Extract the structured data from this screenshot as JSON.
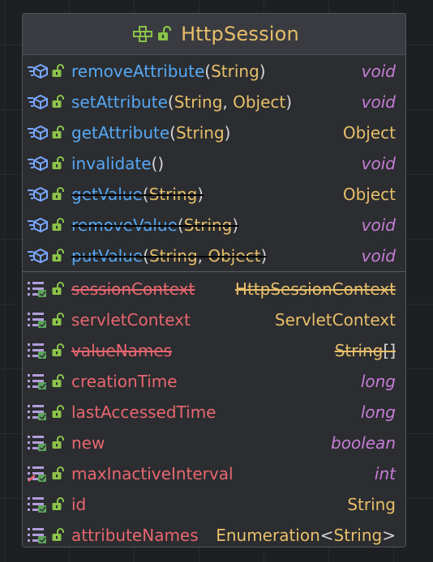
{
  "class": {
    "name": "HttpSession",
    "icon": "interface-icon",
    "visibility": "public-lock-icon"
  },
  "methods": [
    {
      "name": "removeAttribute",
      "params": [
        "String"
      ],
      "return": "void",
      "deprecated": false
    },
    {
      "name": "setAttribute",
      "params": [
        "String",
        "Object"
      ],
      "return": "void",
      "deprecated": false
    },
    {
      "name": "getAttribute",
      "params": [
        "String"
      ],
      "return": "Object",
      "deprecated": false
    },
    {
      "name": "invalidate",
      "params": [],
      "return": "void",
      "deprecated": false
    },
    {
      "name": "getValue",
      "params": [
        "String"
      ],
      "return": "Object",
      "deprecated": true
    },
    {
      "name": "removeValue",
      "params": [
        "String"
      ],
      "return": "void",
      "deprecated": true
    },
    {
      "name": "putValue",
      "params": [
        "String",
        "Object"
      ],
      "return": "void",
      "deprecated": true
    }
  ],
  "fields": [
    {
      "name": "sessionContext",
      "type": "HttpSessionContext",
      "deprecated": true
    },
    {
      "name": "servletContext",
      "type": "ServletContext",
      "deprecated": false
    },
    {
      "name": "valueNames",
      "type": "String[]",
      "deprecated": true
    },
    {
      "name": "creationTime",
      "type": "long",
      "deprecated": false
    },
    {
      "name": "lastAccessedTime",
      "type": "long",
      "deprecated": false
    },
    {
      "name": "new",
      "type": "boolean",
      "deprecated": false
    },
    {
      "name": "maxInactiveInterval",
      "type": "int",
      "deprecated": false,
      "writable": true
    },
    {
      "name": "id",
      "type": "String",
      "deprecated": false
    },
    {
      "name": "attributeNames",
      "type": "Enumeration<String>",
      "deprecated": false
    }
  ],
  "colors": {
    "method": "#56a8f5",
    "field": "#e8666f",
    "keyword_type": "#c77dd8",
    "class_type": "#e8bf6a",
    "lock": "#8bc34a"
  }
}
